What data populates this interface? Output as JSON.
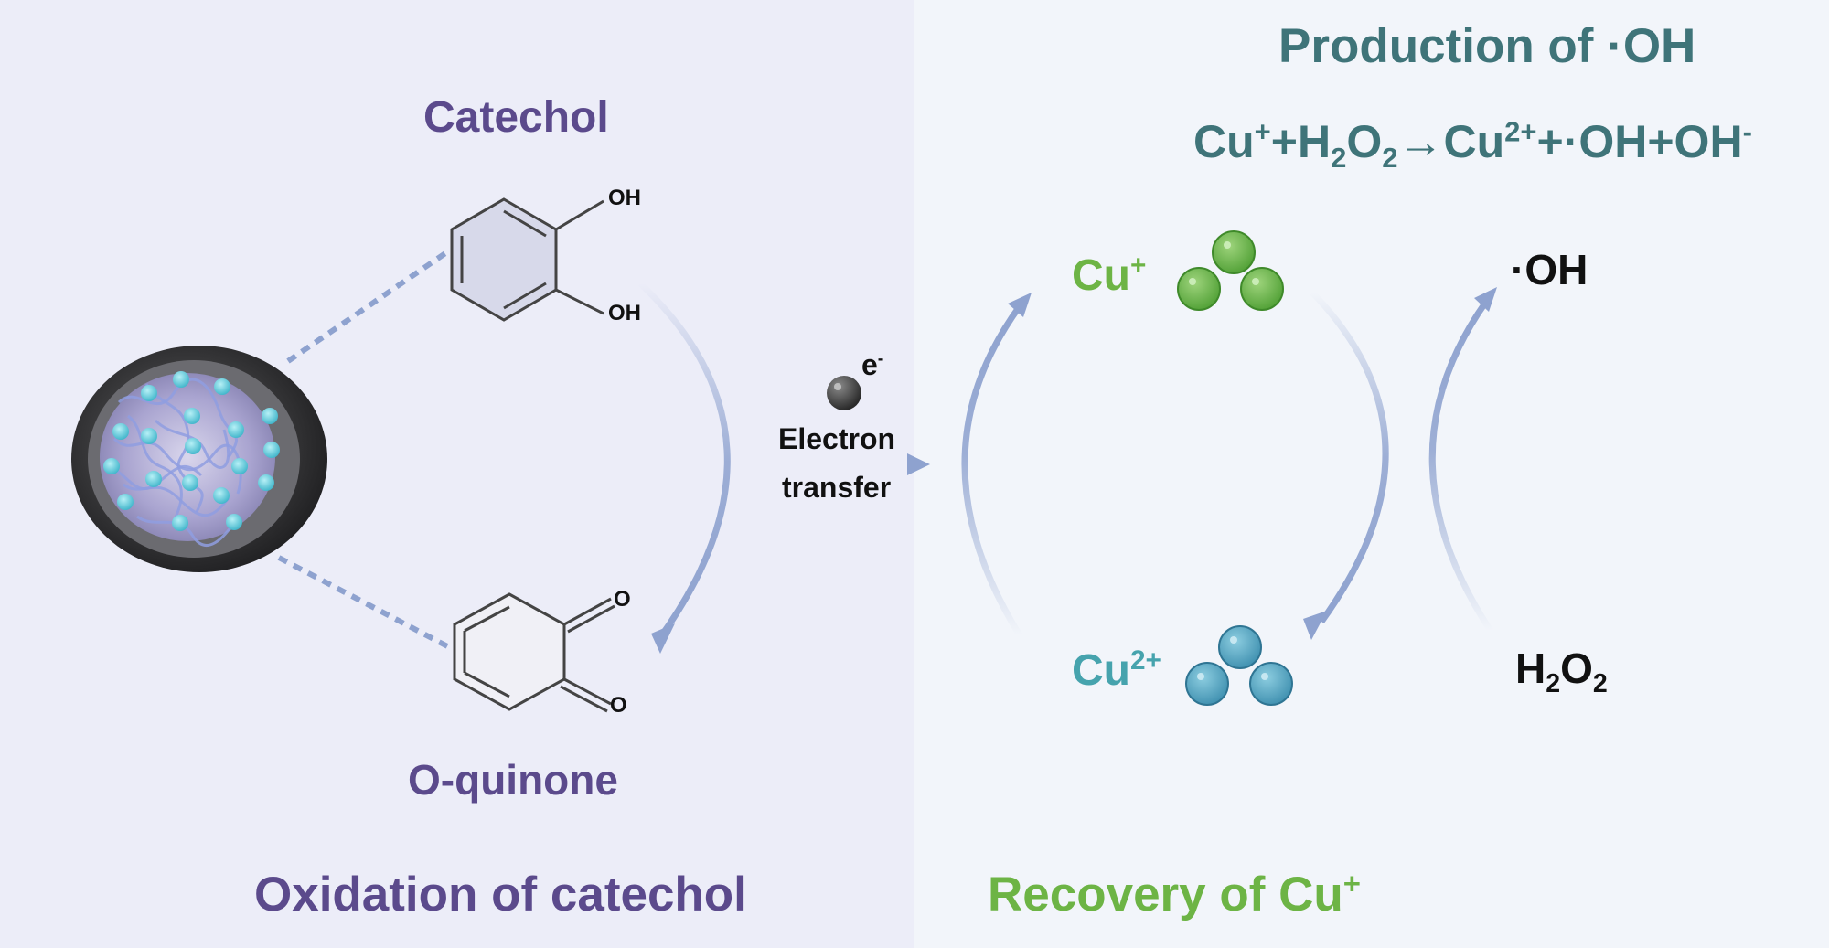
{
  "colors": {
    "left_bg": "#ecedf8",
    "right_bg": "#f2f5fa",
    "purple": "#5b4a8c",
    "teal": "#3f7479",
    "green": "#6db445",
    "cyan": "#46a3ad",
    "arrow": "#8ea2cf"
  },
  "left": {
    "catechol": "Catechol",
    "oquinone": "O-quinone",
    "oh_top": "OH",
    "oh_bottom": "OH",
    "o_top": "O",
    "o_bottom": "O",
    "section_title": "Oxidation of catechol"
  },
  "middle": {
    "electron_symbol": "e",
    "electron_charge": "-",
    "line1": "Electron",
    "line2": "transfer"
  },
  "right": {
    "title": "Production of ·OH",
    "eq": {
      "cu1": "Cu",
      "cu1_sup": "+",
      "plus1": "+",
      "h": "H",
      "h_sub": "2",
      "o": "O",
      "o_sub": "2",
      "arrow": "→",
      "cu2": "Cu",
      "cu2_sup": "2+",
      "rest": "+·OH+OH",
      "rest_sup": "-"
    },
    "cu_plus": {
      "base": "Cu",
      "sup": "+"
    },
    "cu_2plus": {
      "base": "Cu",
      "sup": "2+"
    },
    "oh_radical": "·OH",
    "h2o2": {
      "h": "H",
      "h_sub": "2",
      "o": "O",
      "o_sub": "2"
    },
    "section_title": {
      "base": "Recovery of Cu",
      "sup": "+"
    }
  }
}
